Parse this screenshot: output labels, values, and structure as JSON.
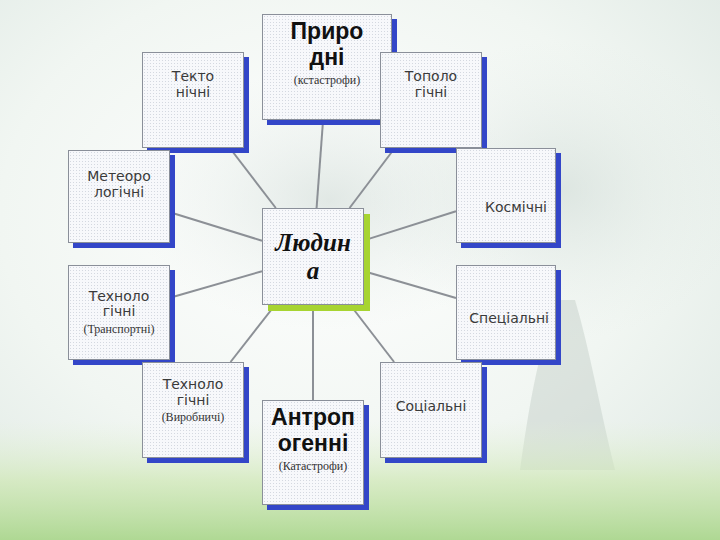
{
  "diagram": {
    "nodes": [
      {
        "text": [
          "Текто нічні"
        ]
      },
      {
        "text": [
          "Приро дні",
          "(кстастрофи)"
        ]
      },
      {
        "text": [
          "Тополо гічні"
        ]
      },
      {
        "text": [
          "Метеоро логічні"
        ]
      },
      {
        "text": [
          "Космічні"
        ]
      },
      {
        "text": [
          "Людин а"
        ]
      },
      {
        "text": [
          "Техноло гічні",
          "(Транспортні)"
        ]
      },
      {
        "text": [
          "Спеціальні"
        ]
      },
      {
        "text": [
          "Техноло гічні",
          "(Виробничі)"
        ]
      },
      {
        "text": [
          "Антроп огенні",
          "(Катастрофи)"
        ]
      },
      {
        "text": [
          "Соціальні"
        ]
      }
    ],
    "edges": [
      {
        "from": 5,
        "to": 0,
        "arrow": "none"
      },
      {
        "from": 5,
        "to": 1,
        "arrow": "none"
      },
      {
        "from": 5,
        "to": 2,
        "arrow": "none"
      },
      {
        "from": 5,
        "to": 3,
        "arrow": "none"
      },
      {
        "from": 5,
        "to": 4,
        "arrow": "none"
      },
      {
        "from": 5,
        "to": 6,
        "arrow": "none"
      },
      {
        "from": 5,
        "to": 7,
        "arrow": "none"
      },
      {
        "from": 5,
        "to": 8,
        "arrow": "none"
      },
      {
        "from": 5,
        "to": 9,
        "arrow": "none"
      },
      {
        "from": 5,
        "to": 10,
        "arrow": "none"
      }
    ]
  }
}
